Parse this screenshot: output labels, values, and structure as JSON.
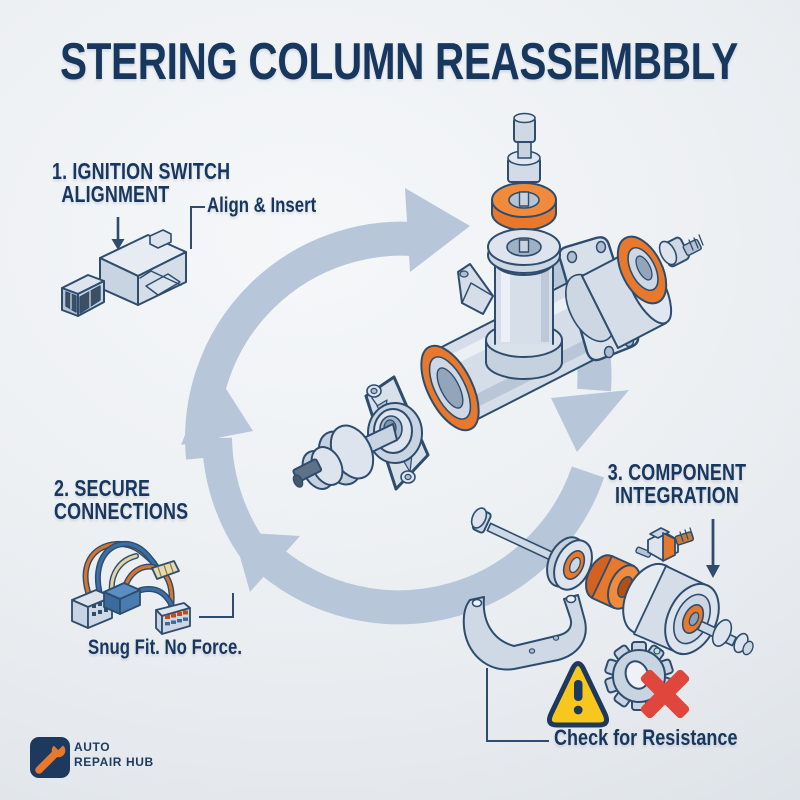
{
  "title": "STERING COLUMN REASSEMBBLY",
  "steps": [
    {
      "heading_line1": "1. IGNITION SWITCH",
      "heading_line2": "ALIGNMENT",
      "caption": "Align & Insert"
    },
    {
      "heading_line1": "2. SECURE",
      "heading_line2": "CONNECTIONS",
      "caption": "Snug Fit. No Force."
    },
    {
      "heading_line1": "3. COMPONENT",
      "heading_line2": "INTEGRATION",
      "caption": "Check for Resistance"
    }
  ],
  "logo": {
    "line1": "AUTO",
    "line2": "REPAIR HUB"
  },
  "colors": {
    "navy_text": "#17375f",
    "outline_navy": "#2e4d6e",
    "accent_orange": "#e8792c",
    "cycle_arrow_blue": "#b7c6d9",
    "warning_yellow": "#f7c71e",
    "error_red": "#e0463c",
    "metal_light": "#dde4ee",
    "background": "#eef1f4"
  },
  "icons": {
    "cycle": "circular-cycle-arrows",
    "step1_art": "ignition-switch-connector",
    "step2_art": "wiring-harness",
    "center_art": "steering-column-exploded-assembly",
    "step3_art": "intermediate-shaft-assembly",
    "warning": "warning-triangle-icon",
    "error": "gear-red-x-icon",
    "logo": "wrench-icon"
  }
}
